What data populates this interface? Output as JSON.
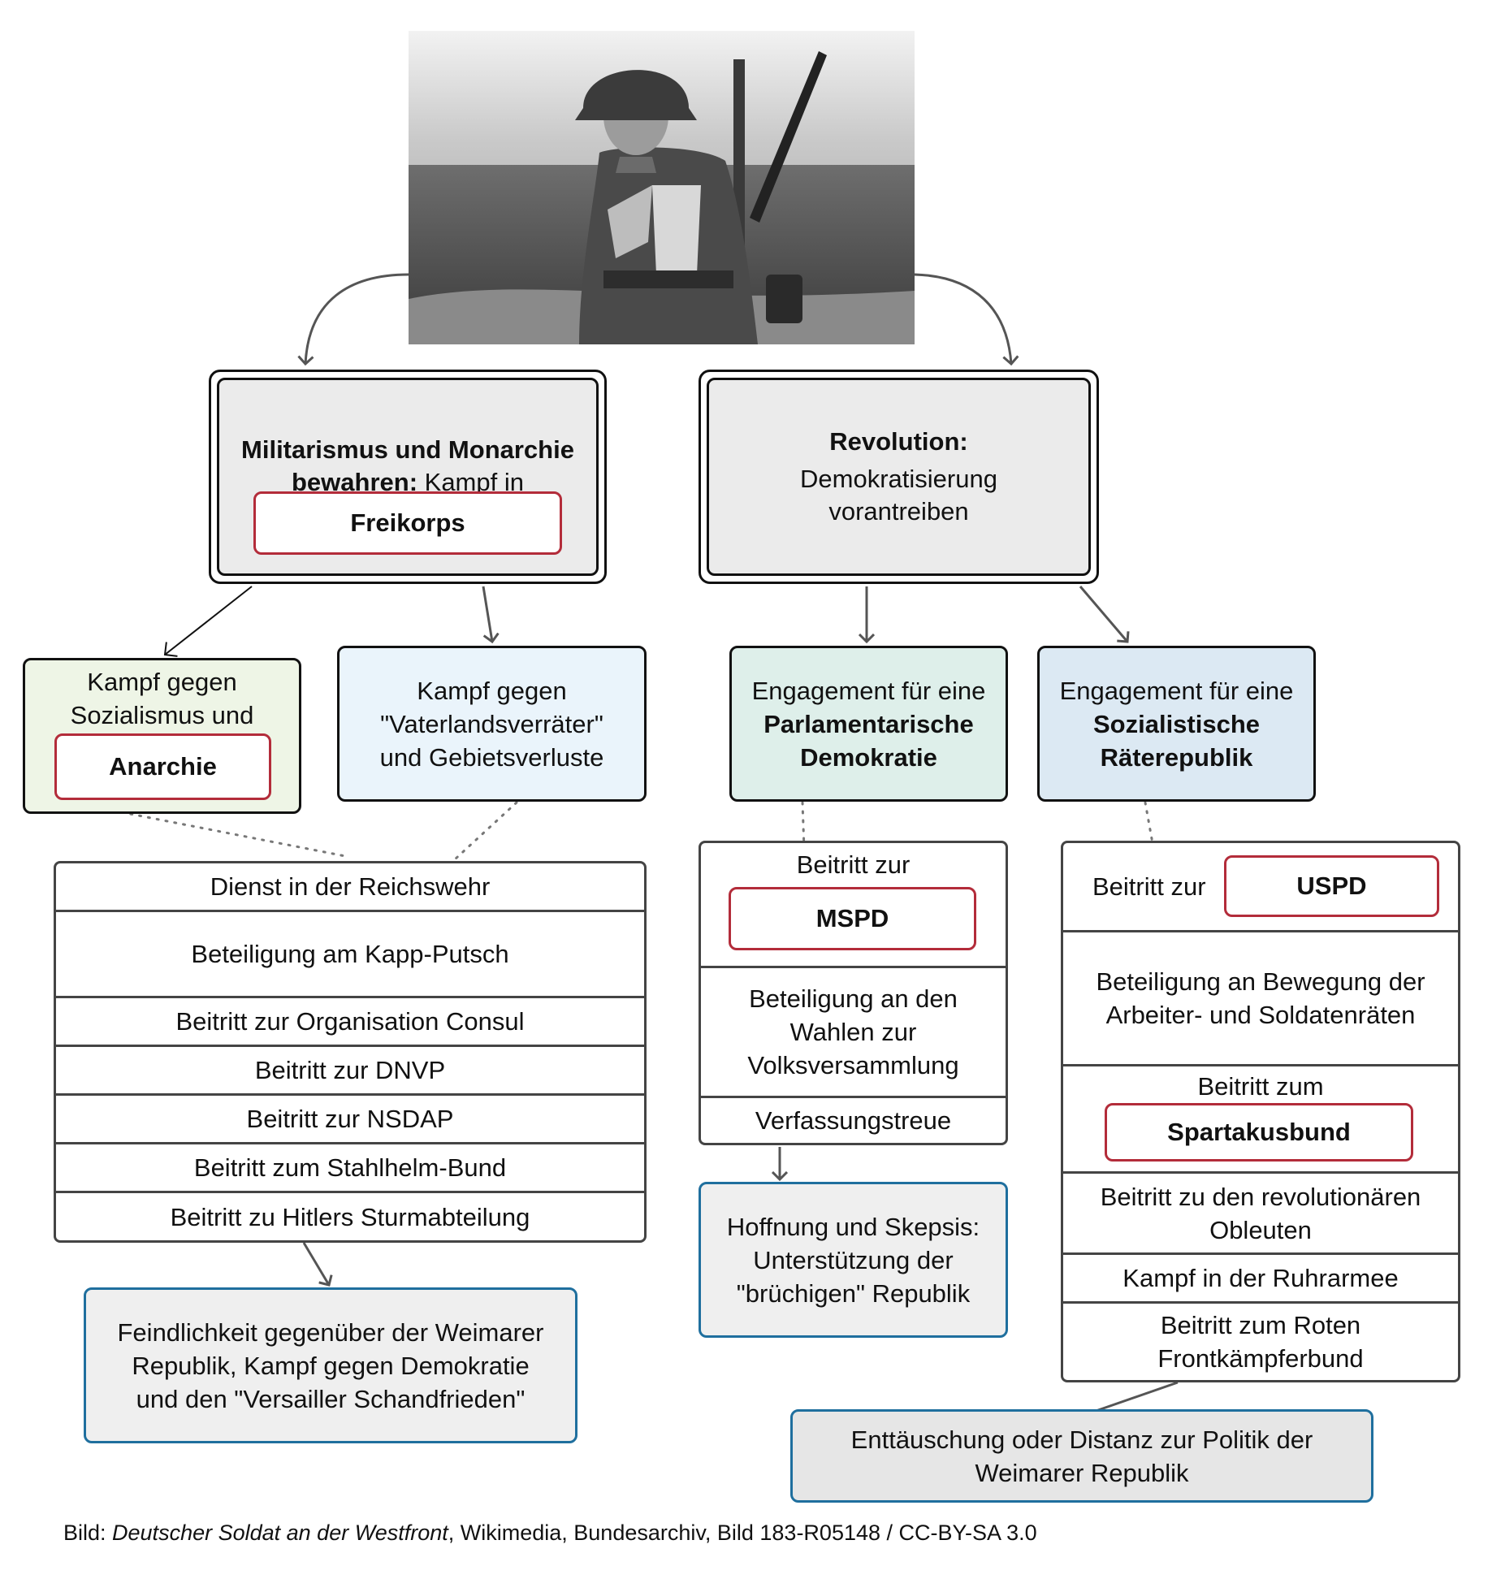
{
  "photo": {
    "alt": ""
  },
  "top_left": {
    "bold": "Militarismus und Monarchie bewahren:",
    "normal": " Kampf in",
    "tag": "Freikorps"
  },
  "top_right": {
    "bold": "Revolution:",
    "line1": "Demokratisierung",
    "line2": "vorantreiben"
  },
  "box_anarchie": {
    "line1": "Kampf gegen",
    "line2": "Sozialismus und",
    "tag": "Anarchie"
  },
  "box_vaterland": {
    "line1": "Kampf gegen",
    "line2": "\"Vaterlandsverräter\"",
    "line3": "und Gebietsverluste"
  },
  "box_parl": {
    "line1": "Engagement für eine",
    "bold1": "Parlamentarische",
    "bold2": "Demokratie"
  },
  "box_raete": {
    "line1": "Engagement für eine",
    "bold1": "Sozialistische",
    "bold2": "Räterepublik"
  },
  "left_list": [
    "Dienst in der Reichswehr",
    "Beteiligung am Kapp-Putsch",
    "Beitritt zur Organisation Consul",
    "Beitritt zur DNVP",
    "Beitritt zur NSDAP",
    "Beitritt zum Stahlhelm-Bund",
    "Beitritt zu Hitlers Sturmabteilung"
  ],
  "mid_list": {
    "row1_text": "Beitritt zur",
    "row1_tag": "MSPD",
    "row2_line1": "Beteiligung an den",
    "row2_line2": "Wahlen zur",
    "row2_line3": "Volksversammlung",
    "row3": "Verfassungstreue"
  },
  "right_list": {
    "row1_text": "Beitritt zur",
    "row1_tag": "USPD",
    "row2_line1": "Beteiligung an Bewegung der",
    "row2_line2": "Arbeiter- und Soldatenräten",
    "row3_text": "Beitritt zum",
    "row3_tag": "Spartakusbund",
    "row4_line1": "Beitritt zu den revolutionären",
    "row4_line2": "Obleuten",
    "row5": "Kampf in der Ruhrarmee",
    "row6_line1": "Beitritt zum Roten",
    "row6_line2": "Frontkämpferbund"
  },
  "outcome_left": {
    "line1": "Feindlichkeit gegenüber der Weimarer",
    "line2": "Republik, Kampf gegen Demokratie",
    "line3": "und den \"Versailler Schandfrieden\""
  },
  "outcome_mid": {
    "line1": "Hoffnung und Skepsis:",
    "line2": "Unterstützung der",
    "line3": "\"brüchigen\" Republik"
  },
  "outcome_right": {
    "line1": "Enttäuschung oder Distanz zur Politik der",
    "line2": "Weimarer Republik"
  },
  "caption": {
    "prefix": "Bild: ",
    "title": "Deutscher Soldat an der Westfront",
    "suffix": ", Wikimedia, Bundesarchiv, Bild 183-R05148 / CC-BY-SA 3.0"
  },
  "colors": {
    "red_tag": "#b32c3a",
    "green_box": "#eef5e6",
    "lightblue_box": "#eaf4fb",
    "teal_box": "#deefea",
    "blue_box": "#dce9f3",
    "outcome_border": "#1f6f9e"
  }
}
